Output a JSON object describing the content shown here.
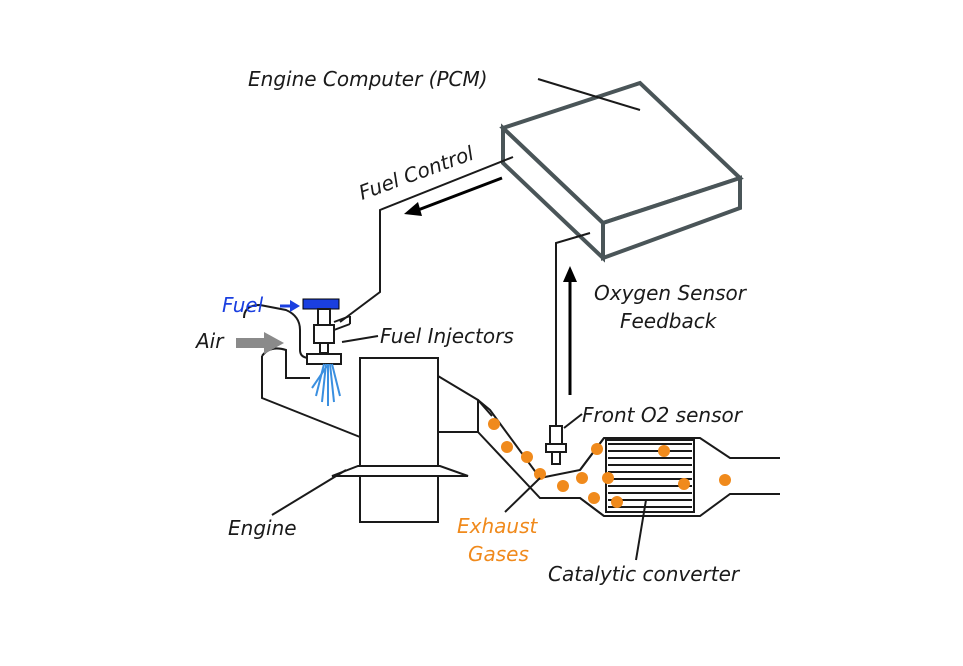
{
  "labels": {
    "engine_computer": "Engine Computer (PCM)",
    "fuel_control": "Fuel Control",
    "oxygen_sensor_line1": "Oxygen Sensor",
    "oxygen_sensor_line2": "Feedback",
    "fuel": "Fuel",
    "air": "Air",
    "fuel_injectors": "Fuel Injectors",
    "front_o2": "Front O2 sensor",
    "engine": "Engine",
    "exhaust_line1": "Exhaust",
    "exhaust_line2": "Gases",
    "catalytic": "Catalytic converter"
  },
  "colors": {
    "fuel": "#1a3fe0",
    "exhaust": "#f08a1c",
    "pcm_box": "#4a5558",
    "air_arrow": "#8a8a8a",
    "spray": "#3a8fe0"
  }
}
